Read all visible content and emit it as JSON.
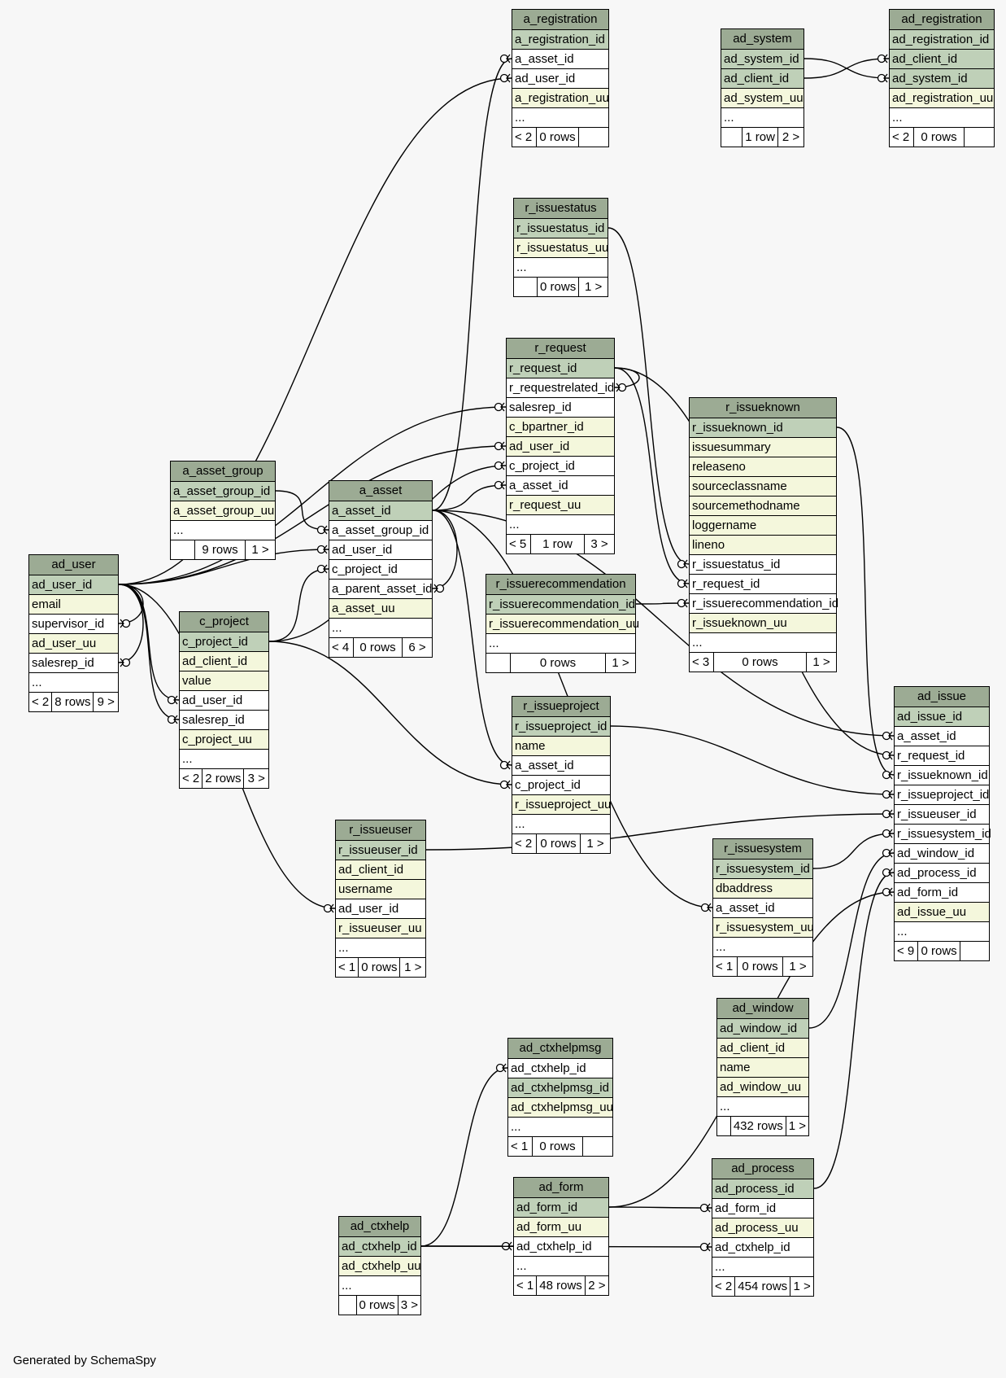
{
  "footer_text": "Generated by SchemaSpy",
  "colors": {
    "header": "#9cab94",
    "primary_key": "#bfd0b8",
    "unique": "#f4f7dc",
    "plain": "#ffffff",
    "background": "#f7f7f7"
  },
  "tables": [
    {
      "name": "a_registration",
      "rows": [
        {
          "text": "a_registration_id",
          "kind": "pk"
        },
        {
          "text": "a_asset_id",
          "kind": "fk"
        },
        {
          "text": "ad_user_id",
          "kind": "fk"
        },
        {
          "text": "a_registration_uu",
          "kind": "uq"
        },
        {
          "text": "...",
          "kind": "more"
        }
      ],
      "footer": {
        "left": "< 2",
        "count": "0 rows",
        "right": ""
      }
    },
    {
      "name": "ad_system",
      "rows": [
        {
          "text": "ad_system_id",
          "kind": "pk"
        },
        {
          "text": "ad_client_id",
          "kind": "pk"
        },
        {
          "text": "ad_system_uu",
          "kind": "uq"
        },
        {
          "text": "...",
          "kind": "more"
        }
      ],
      "footer": {
        "left": "",
        "count": "1 row",
        "right": "2 >"
      }
    },
    {
      "name": "ad_registration",
      "rows": [
        {
          "text": "ad_registration_id",
          "kind": "pk"
        },
        {
          "text": "ad_client_id",
          "kind": "pk"
        },
        {
          "text": "ad_system_id",
          "kind": "pk"
        },
        {
          "text": "ad_registration_uu",
          "kind": "uq"
        },
        {
          "text": "...",
          "kind": "more"
        }
      ],
      "footer": {
        "left": "< 2",
        "count": "0 rows",
        "right": ""
      }
    },
    {
      "name": "r_issuestatus",
      "rows": [
        {
          "text": "r_issuestatus_id",
          "kind": "pk"
        },
        {
          "text": "r_issuestatus_uu",
          "kind": "uq"
        },
        {
          "text": "...",
          "kind": "more"
        }
      ],
      "footer": {
        "left": "",
        "count": "0 rows",
        "right": "1 >"
      }
    },
    {
      "name": "r_request",
      "rows": [
        {
          "text": "r_request_id",
          "kind": "pk"
        },
        {
          "text": "r_requestrelated_id",
          "kind": "fk"
        },
        {
          "text": "salesrep_id",
          "kind": "fk"
        },
        {
          "text": "c_bpartner_id",
          "kind": "uq"
        },
        {
          "text": "ad_user_id",
          "kind": "uq"
        },
        {
          "text": "c_project_id",
          "kind": "fk"
        },
        {
          "text": "a_asset_id",
          "kind": "fk"
        },
        {
          "text": "r_request_uu",
          "kind": "uq"
        },
        {
          "text": "...",
          "kind": "more"
        }
      ],
      "footer": {
        "left": "< 5",
        "count": "1 row",
        "right": "3 >"
      }
    },
    {
      "name": "r_issueknown",
      "rows": [
        {
          "text": "r_issueknown_id",
          "kind": "pk"
        },
        {
          "text": "issuesummary",
          "kind": "uq"
        },
        {
          "text": "releaseno",
          "kind": "uq"
        },
        {
          "text": "sourceclassname",
          "kind": "uq"
        },
        {
          "text": "sourcemethodname",
          "kind": "uq"
        },
        {
          "text": "loggername",
          "kind": "uq"
        },
        {
          "text": "lineno",
          "kind": "uq"
        },
        {
          "text": "r_issuestatus_id",
          "kind": "fk"
        },
        {
          "text": "r_request_id",
          "kind": "fk"
        },
        {
          "text": "r_issuerecommendation_id",
          "kind": "fk"
        },
        {
          "text": "r_issueknown_uu",
          "kind": "uq"
        },
        {
          "text": "...",
          "kind": "more"
        }
      ],
      "footer": {
        "left": "< 3",
        "count": "0 rows",
        "right": "1 >"
      }
    },
    {
      "name": "a_asset_group",
      "rows": [
        {
          "text": "a_asset_group_id",
          "kind": "pk"
        },
        {
          "text": "a_asset_group_uu",
          "kind": "uq"
        },
        {
          "text": "...",
          "kind": "more"
        }
      ],
      "footer": {
        "left": "",
        "count": "9 rows",
        "right": "1 >"
      }
    },
    {
      "name": "a_asset",
      "rows": [
        {
          "text": "a_asset_id",
          "kind": "pk"
        },
        {
          "text": "a_asset_group_id",
          "kind": "fk"
        },
        {
          "text": "ad_user_id",
          "kind": "fk"
        },
        {
          "text": "c_project_id",
          "kind": "fk"
        },
        {
          "text": "a_parent_asset_id",
          "kind": "fk"
        },
        {
          "text": "a_asset_uu",
          "kind": "uq"
        },
        {
          "text": "...",
          "kind": "more"
        }
      ],
      "footer": {
        "left": "< 4",
        "count": "0 rows",
        "right": "6 >"
      }
    },
    {
      "name": "ad_user",
      "rows": [
        {
          "text": "ad_user_id",
          "kind": "pk"
        },
        {
          "text": "email",
          "kind": "uq"
        },
        {
          "text": "supervisor_id",
          "kind": "fk"
        },
        {
          "text": "ad_user_uu",
          "kind": "uq"
        },
        {
          "text": "salesrep_id",
          "kind": "fk"
        },
        {
          "text": "...",
          "kind": "more"
        }
      ],
      "footer": {
        "left": "< 2",
        "count": "8 rows",
        "right": "9 >"
      }
    },
    {
      "name": "c_project",
      "rows": [
        {
          "text": "c_project_id",
          "kind": "pk"
        },
        {
          "text": "ad_client_id",
          "kind": "uq"
        },
        {
          "text": "value",
          "kind": "uq"
        },
        {
          "text": "ad_user_id",
          "kind": "fk"
        },
        {
          "text": "salesrep_id",
          "kind": "fk"
        },
        {
          "text": "c_project_uu",
          "kind": "uq"
        },
        {
          "text": "...",
          "kind": "more"
        }
      ],
      "footer": {
        "left": "< 2",
        "count": "2 rows",
        "right": "3 >"
      }
    },
    {
      "name": "r_issuerecommendation",
      "rows": [
        {
          "text": "r_issuerecommendation_id",
          "kind": "pk"
        },
        {
          "text": "r_issuerecommendation_uu",
          "kind": "uq"
        },
        {
          "text": "...",
          "kind": "more"
        }
      ],
      "footer": {
        "left": "",
        "count": "0 rows",
        "right": "1 >"
      }
    },
    {
      "name": "r_issueproject",
      "rows": [
        {
          "text": "r_issueproject_id",
          "kind": "pk"
        },
        {
          "text": "name",
          "kind": "uq"
        },
        {
          "text": "a_asset_id",
          "kind": "fk"
        },
        {
          "text": "c_project_id",
          "kind": "fk"
        },
        {
          "text": "r_issueproject_uu",
          "kind": "uq"
        },
        {
          "text": "...",
          "kind": "more"
        }
      ],
      "footer": {
        "left": "< 2",
        "count": "0 rows",
        "right": "1 >"
      }
    },
    {
      "name": "ad_issue",
      "rows": [
        {
          "text": "ad_issue_id",
          "kind": "pk"
        },
        {
          "text": "a_asset_id",
          "kind": "fk"
        },
        {
          "text": "r_request_id",
          "kind": "fk"
        },
        {
          "text": "r_issueknown_id",
          "kind": "fk"
        },
        {
          "text": "r_issueproject_id",
          "kind": "fk"
        },
        {
          "text": "r_issueuser_id",
          "kind": "fk"
        },
        {
          "text": "r_issuesystem_id",
          "kind": "fk"
        },
        {
          "text": "ad_window_id",
          "kind": "fk"
        },
        {
          "text": "ad_process_id",
          "kind": "fk"
        },
        {
          "text": "ad_form_id",
          "kind": "fk"
        },
        {
          "text": "ad_issue_uu",
          "kind": "uq"
        },
        {
          "text": "...",
          "kind": "more"
        }
      ],
      "footer": {
        "left": "< 9",
        "count": "0 rows",
        "right": ""
      }
    },
    {
      "name": "r_issueuser",
      "rows": [
        {
          "text": "r_issueuser_id",
          "kind": "pk"
        },
        {
          "text": "ad_client_id",
          "kind": "uq"
        },
        {
          "text": "username",
          "kind": "uq"
        },
        {
          "text": "ad_user_id",
          "kind": "fk"
        },
        {
          "text": "r_issueuser_uu",
          "kind": "uq"
        },
        {
          "text": "...",
          "kind": "more"
        }
      ],
      "footer": {
        "left": "< 1",
        "count": "0 rows",
        "right": "1 >"
      }
    },
    {
      "name": "r_issuesystem",
      "rows": [
        {
          "text": "r_issuesystem_id",
          "kind": "pk"
        },
        {
          "text": "dbaddress",
          "kind": "uq"
        },
        {
          "text": "a_asset_id",
          "kind": "fk"
        },
        {
          "text": "r_issuesystem_uu",
          "kind": "uq"
        },
        {
          "text": "...",
          "kind": "more"
        }
      ],
      "footer": {
        "left": "< 1",
        "count": "0 rows",
        "right": "1 >"
      }
    },
    {
      "name": "ad_window",
      "rows": [
        {
          "text": "ad_window_id",
          "kind": "pk"
        },
        {
          "text": "ad_client_id",
          "kind": "uq"
        },
        {
          "text": "name",
          "kind": "uq"
        },
        {
          "text": "ad_window_uu",
          "kind": "uq"
        },
        {
          "text": "...",
          "kind": "more"
        }
      ],
      "footer": {
        "left": "",
        "count": "432 rows",
        "right": "1 >"
      }
    },
    {
      "name": "ad_ctxhelpmsg",
      "rows": [
        {
          "text": "ad_ctxhelp_id",
          "kind": "fk"
        },
        {
          "text": "ad_ctxhelpmsg_id",
          "kind": "pk"
        },
        {
          "text": "ad_ctxhelpmsg_uu",
          "kind": "uq"
        },
        {
          "text": "...",
          "kind": "more"
        }
      ],
      "footer": {
        "left": "< 1",
        "count": "0 rows",
        "right": ""
      }
    },
    {
      "name": "ad_form",
      "rows": [
        {
          "text": "ad_form_id",
          "kind": "pk"
        },
        {
          "text": "ad_form_uu",
          "kind": "uq"
        },
        {
          "text": "ad_ctxhelp_id",
          "kind": "fk"
        },
        {
          "text": "...",
          "kind": "more"
        }
      ],
      "footer": {
        "left": "< 1",
        "count": "48 rows",
        "right": "2 >"
      }
    },
    {
      "name": "ad_process",
      "rows": [
        {
          "text": "ad_process_id",
          "kind": "pk"
        },
        {
          "text": "ad_form_id",
          "kind": "fk"
        },
        {
          "text": "ad_process_uu",
          "kind": "uq"
        },
        {
          "text": "ad_ctxhelp_id",
          "kind": "fk"
        },
        {
          "text": "...",
          "kind": "more"
        }
      ],
      "footer": {
        "left": "< 2",
        "count": "454 rows",
        "right": "1 >"
      }
    },
    {
      "name": "ad_ctxhelp",
      "rows": [
        {
          "text": "ad_ctxhelp_id",
          "kind": "pk"
        },
        {
          "text": "ad_ctxhelp_uu",
          "kind": "uq"
        },
        {
          "text": "...",
          "kind": "more"
        }
      ],
      "footer": {
        "left": "",
        "count": "0 rows",
        "right": "3 >"
      }
    }
  ],
  "relationships": [
    {
      "from_table": "a_registration",
      "from_column": "a_asset_id",
      "to_table": "a_asset",
      "to_column": "a_asset_id"
    },
    {
      "from_table": "a_registration",
      "from_column": "ad_user_id",
      "to_table": "ad_user",
      "to_column": "ad_user_id"
    },
    {
      "from_table": "ad_registration",
      "from_column": "ad_client_id",
      "to_table": "ad_system",
      "to_column": "ad_client_id"
    },
    {
      "from_table": "ad_registration",
      "from_column": "ad_system_id",
      "to_table": "ad_system",
      "to_column": "ad_system_id"
    },
    {
      "from_table": "r_request",
      "from_column": "r_requestrelated_id",
      "to_table": "r_request",
      "to_column": "r_request_id"
    },
    {
      "from_table": "r_request",
      "from_column": "salesrep_id",
      "to_table": "ad_user",
      "to_column": "ad_user_id"
    },
    {
      "from_table": "r_request",
      "from_column": "ad_user_id",
      "to_table": "ad_user",
      "to_column": "ad_user_id"
    },
    {
      "from_table": "r_request",
      "from_column": "c_project_id",
      "to_table": "c_project",
      "to_column": "c_project_id"
    },
    {
      "from_table": "r_request",
      "from_column": "a_asset_id",
      "to_table": "a_asset",
      "to_column": "a_asset_id"
    },
    {
      "from_table": "r_issueknown",
      "from_column": "r_issuestatus_id",
      "to_table": "r_issuestatus",
      "to_column": "r_issuestatus_id"
    },
    {
      "from_table": "r_issueknown",
      "from_column": "r_request_id",
      "to_table": "r_request",
      "to_column": "r_request_id"
    },
    {
      "from_table": "r_issueknown",
      "from_column": "r_issuerecommendation_id",
      "to_table": "r_issuerecommendation",
      "to_column": "r_issuerecommendation_id"
    },
    {
      "from_table": "a_asset",
      "from_column": "a_asset_group_id",
      "to_table": "a_asset_group",
      "to_column": "a_asset_group_id"
    },
    {
      "from_table": "a_asset",
      "from_column": "ad_user_id",
      "to_table": "ad_user",
      "to_column": "ad_user_id"
    },
    {
      "from_table": "a_asset",
      "from_column": "c_project_id",
      "to_table": "c_project",
      "to_column": "c_project_id"
    },
    {
      "from_table": "a_asset",
      "from_column": "a_parent_asset_id",
      "to_table": "a_asset",
      "to_column": "a_asset_id"
    },
    {
      "from_table": "ad_user",
      "from_column": "supervisor_id",
      "to_table": "ad_user",
      "to_column": "ad_user_id"
    },
    {
      "from_table": "ad_user",
      "from_column": "salesrep_id",
      "to_table": "ad_user",
      "to_column": "ad_user_id"
    },
    {
      "from_table": "c_project",
      "from_column": "ad_user_id",
      "to_table": "ad_user",
      "to_column": "ad_user_id"
    },
    {
      "from_table": "c_project",
      "from_column": "salesrep_id",
      "to_table": "ad_user",
      "to_column": "ad_user_id"
    },
    {
      "from_table": "r_issueproject",
      "from_column": "a_asset_id",
      "to_table": "a_asset",
      "to_column": "a_asset_id"
    },
    {
      "from_table": "r_issueproject",
      "from_column": "c_project_id",
      "to_table": "c_project",
      "to_column": "c_project_id"
    },
    {
      "from_table": "ad_issue",
      "from_column": "a_asset_id",
      "to_table": "a_asset",
      "to_column": "a_asset_id"
    },
    {
      "from_table": "ad_issue",
      "from_column": "r_request_id",
      "to_table": "r_request",
      "to_column": "r_request_id"
    },
    {
      "from_table": "ad_issue",
      "from_column": "r_issueknown_id",
      "to_table": "r_issueknown",
      "to_column": "r_issueknown_id"
    },
    {
      "from_table": "ad_issue",
      "from_column": "r_issueproject_id",
      "to_table": "r_issueproject",
      "to_column": "r_issueproject_id"
    },
    {
      "from_table": "ad_issue",
      "from_column": "r_issueuser_id",
      "to_table": "r_issueuser",
      "to_column": "r_issueuser_id"
    },
    {
      "from_table": "ad_issue",
      "from_column": "r_issuesystem_id",
      "to_table": "r_issuesystem",
      "to_column": "r_issuesystem_id"
    },
    {
      "from_table": "ad_issue",
      "from_column": "ad_window_id",
      "to_table": "ad_window",
      "to_column": "ad_window_id"
    },
    {
      "from_table": "ad_issue",
      "from_column": "ad_process_id",
      "to_table": "ad_process",
      "to_column": "ad_process_id"
    },
    {
      "from_table": "ad_issue",
      "from_column": "ad_form_id",
      "to_table": "ad_form",
      "to_column": "ad_form_id"
    },
    {
      "from_table": "r_issueuser",
      "from_column": "ad_user_id",
      "to_table": "ad_user",
      "to_column": "ad_user_id"
    },
    {
      "from_table": "r_issuesystem",
      "from_column": "a_asset_id",
      "to_table": "a_asset",
      "to_column": "a_asset_id"
    },
    {
      "from_table": "ad_ctxhelpmsg",
      "from_column": "ad_ctxhelp_id",
      "to_table": "ad_ctxhelp",
      "to_column": "ad_ctxhelp_id"
    },
    {
      "from_table": "ad_form",
      "from_column": "ad_ctxhelp_id",
      "to_table": "ad_ctxhelp",
      "to_column": "ad_ctxhelp_id"
    },
    {
      "from_table": "ad_process",
      "from_column": "ad_form_id",
      "to_table": "ad_form",
      "to_column": "ad_form_id"
    },
    {
      "from_table": "ad_process",
      "from_column": "ad_ctxhelp_id",
      "to_table": "ad_ctxhelp",
      "to_column": "ad_ctxhelp_id"
    }
  ]
}
